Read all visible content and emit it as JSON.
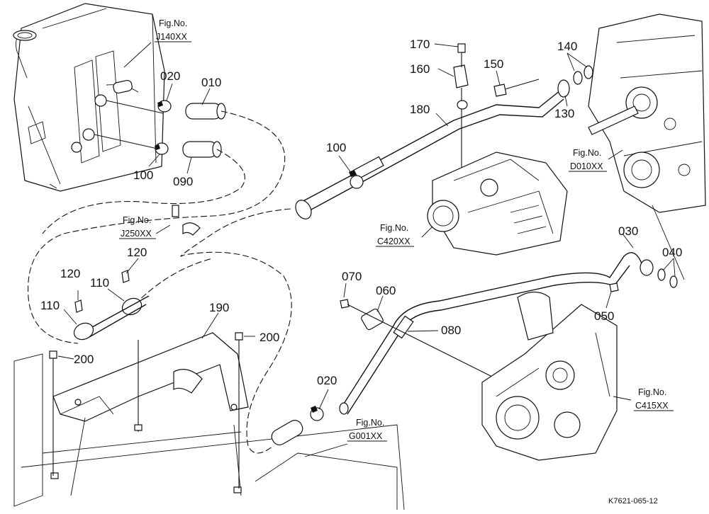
{
  "callouts": [
    {
      "id": "c010",
      "text": "010"
    },
    {
      "id": "c020a",
      "text": "020"
    },
    {
      "id": "c090",
      "text": "090"
    },
    {
      "id": "c100a",
      "text": "100"
    },
    {
      "id": "c100b",
      "text": "100"
    },
    {
      "id": "c110a",
      "text": "110"
    },
    {
      "id": "c110b",
      "text": "110"
    },
    {
      "id": "c120a",
      "text": "120"
    },
    {
      "id": "c120b",
      "text": "120"
    },
    {
      "id": "c190",
      "text": "190"
    },
    {
      "id": "c200a",
      "text": "200"
    },
    {
      "id": "c200b",
      "text": "200"
    },
    {
      "id": "c020b",
      "text": "020"
    },
    {
      "id": "c170",
      "text": "170"
    },
    {
      "id": "c160",
      "text": "160"
    },
    {
      "id": "c150",
      "text": "150"
    },
    {
      "id": "c180",
      "text": "180"
    },
    {
      "id": "c140",
      "text": "140"
    },
    {
      "id": "c130",
      "text": "130"
    },
    {
      "id": "c030",
      "text": "030"
    },
    {
      "id": "c040",
      "text": "040"
    },
    {
      "id": "c050",
      "text": "050"
    },
    {
      "id": "c070",
      "text": "070"
    },
    {
      "id": "c060",
      "text": "060"
    },
    {
      "id": "c080",
      "text": "080"
    }
  ],
  "figure_refs": [
    {
      "id": "j140",
      "label": "Fig.No.",
      "code": "J140XX"
    },
    {
      "id": "j250",
      "label": "Fig.No.",
      "code": "J250XX"
    },
    {
      "id": "c420",
      "label": "Fig.No.",
      "code": "C420XX"
    },
    {
      "id": "d010",
      "label": "Fig.No.",
      "code": "D010XX"
    },
    {
      "id": "c415",
      "label": "Fig.No.",
      "code": "C415XX"
    },
    {
      "id": "g001",
      "label": "Fig.No.",
      "code": "G001XX"
    }
  ],
  "drawing_code": "K7621-065-12"
}
